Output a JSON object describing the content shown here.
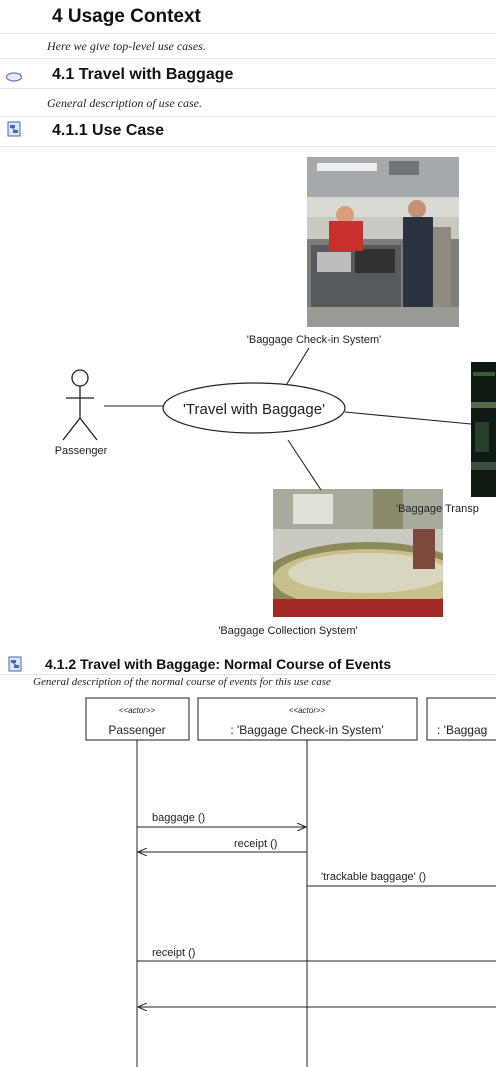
{
  "section": {
    "title": "4 Usage Context",
    "subtitle": "Here we give top-level use cases."
  },
  "subsection": {
    "title": "4.1 Travel with Baggage",
    "subtitle": "General description of use case."
  },
  "use_case": {
    "title": "4.1.1 Use Case"
  },
  "use_case_diagram": {
    "actor": "Passenger",
    "use_case": "'Travel with Baggage'",
    "systems": [
      {
        "label": "'Baggage Check-in System'"
      },
      {
        "label": "'Baggage Transp"
      },
      {
        "label": "'Baggage Collection System'"
      }
    ]
  },
  "normal_course": {
    "title": "4.1.2 Travel with Baggage: Normal Course of Events",
    "subtitle": "General description of the normal course of events for this use case"
  },
  "sequence_diagram": {
    "lifelines": [
      {
        "stereotype": "<<actor>>",
        "name": "Passenger"
      },
      {
        "stereotype": "<<actor>>",
        "name": ": 'Baggage Check-in System'"
      },
      {
        "stereotype": "",
        "name": ": 'Baggag"
      }
    ],
    "messages": [
      {
        "label": "baggage ()"
      },
      {
        "label": "receipt ()"
      },
      {
        "label": "'trackable baggage' ()"
      },
      {
        "label": "receipt ()"
      }
    ]
  },
  "icons": {
    "subsection": "oval-use-case-icon",
    "use_case": "diagram-doc-icon",
    "normal_course": "diagram-doc-icon"
  }
}
